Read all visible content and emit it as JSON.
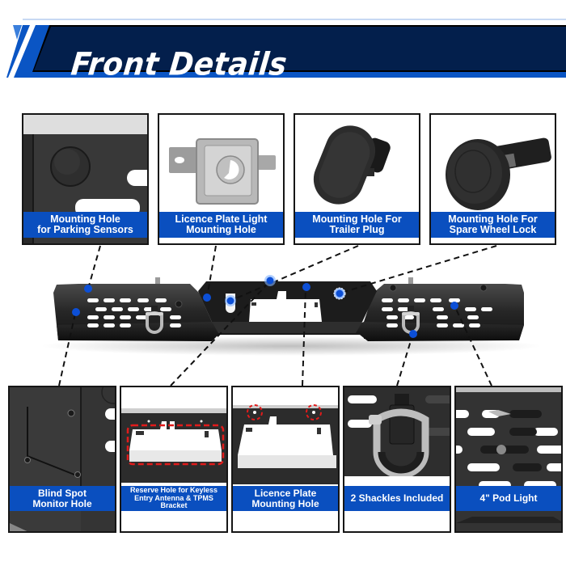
{
  "banner": {
    "title": "Front Details",
    "colors": {
      "outer_blue": "#0a55c4",
      "inner_navy": "#031f4c",
      "accent_light": "#3b7fdc"
    }
  },
  "top_callouts": [
    {
      "id": "parking-sensors",
      "label": "Mounting Hole\nfor Parking Sensors",
      "line1": "Mounting Hole",
      "line2": "for Parking Sensors",
      "photo": "bumper-corner-with-round-sensor-plug"
    },
    {
      "id": "licence-plate-light",
      "label": "Licence Plate Light Mounting Hole",
      "line1": "Licence Plate Light",
      "line2": "Mounting Hole",
      "photo": "licence-plate-light-unit"
    },
    {
      "id": "trailer-plug",
      "label": "Mounting Hole For Trailer Plug",
      "line1": "Mounting Hole For",
      "line2": "Trailer Plug",
      "photo": "oval-rubber-plug"
    },
    {
      "id": "spare-wheel-lock",
      "label": "Mounting Hole For Spare Wheel Lock",
      "line1": "Mounting Hole For",
      "line2": "Spare Wheel Lock",
      "photo": "round-cap-with-cylinder"
    }
  ],
  "bottom_callouts": [
    {
      "id": "blind-spot",
      "line1": "Blind Spot",
      "line2": "Monitor Hole",
      "photo": "bumper-side-panel-with-bolts"
    },
    {
      "id": "keyless-entry",
      "line1": "Reserve Hole for Keyless",
      "line2": "Entry Antenna & TPMS Bracket",
      "photo": "plate-recess-with-red-dashed-outline"
    },
    {
      "id": "licence-plate",
      "line1": "Licence Plate",
      "line2": "Mounting Hole",
      "photo": "plate-recess-with-red-circled-holes"
    },
    {
      "id": "shackles",
      "line1": "2 Shackles Included",
      "line2": "",
      "photo": "d-ring-shackle"
    },
    {
      "id": "pod-light",
      "line1": "4\" Pod Light",
      "line2": "",
      "photo": "slotted-panel-pod-light-mount"
    }
  ],
  "markers": {
    "color": "#0c4fd6",
    "glow": "#7fb0ff",
    "highlight_red": "#e11b1b"
  },
  "product": "rear-bumper-with-shackles"
}
